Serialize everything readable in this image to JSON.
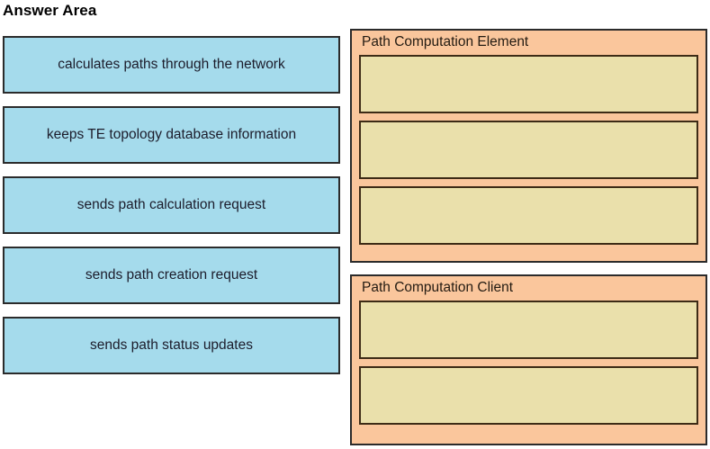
{
  "page": {
    "title": "Answer Area",
    "background_color": "#ffffff"
  },
  "colors": {
    "source_tile_fill": "#a5dbec",
    "source_tile_border": "#2b2b2b",
    "category_panel_fill": "#fac69c",
    "category_panel_border": "#2b2b2b",
    "drop_slot_fill": "#eae0ab",
    "drop_slot_border": "#3d2b16",
    "text": "#1c1c2b"
  },
  "source_list": {
    "items": [
      {
        "label": "calculates paths through the network"
      },
      {
        "label": "keeps TE topology database information"
      },
      {
        "label": "sends path calculation request"
      },
      {
        "label": "sends path creation request"
      },
      {
        "label": "sends path status updates"
      }
    ]
  },
  "categories": [
    {
      "title": "Path Computation Element",
      "slots": [
        {
          "value": ""
        },
        {
          "value": ""
        },
        {
          "value": ""
        }
      ]
    },
    {
      "title": "Path Computation Client",
      "slots": [
        {
          "value": ""
        },
        {
          "value": ""
        }
      ]
    }
  ]
}
